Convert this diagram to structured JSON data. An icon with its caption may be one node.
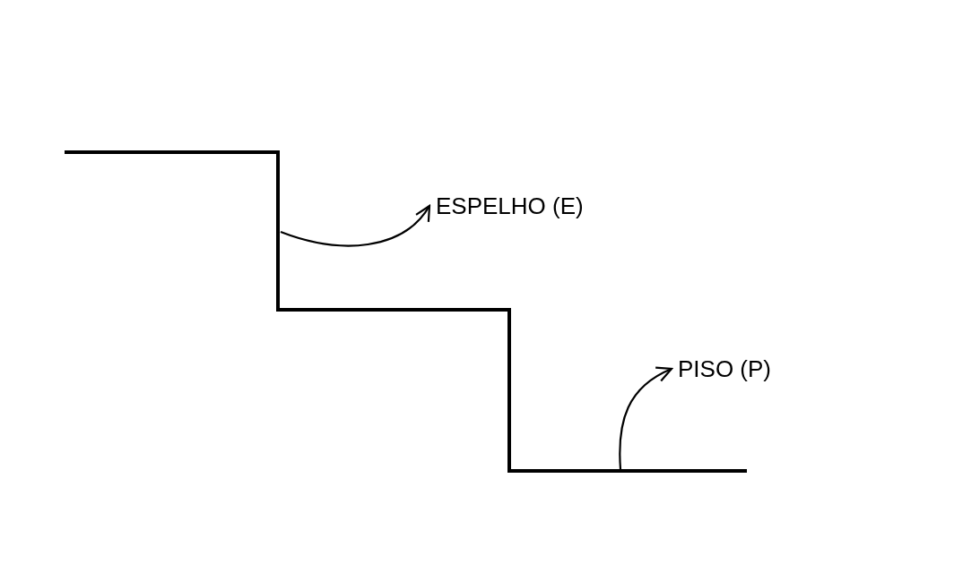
{
  "diagram": {
    "nodes": [
      {
        "text": [
          "ESPELHO (E)"
        ]
      },
      {
        "text": [
          "PISO (P)"
        ]
      }
    ],
    "edges": [
      {
        "from": null,
        "to": 0,
        "arrow": "to"
      },
      {
        "from": null,
        "to": 1,
        "arrow": "to"
      }
    ]
  }
}
